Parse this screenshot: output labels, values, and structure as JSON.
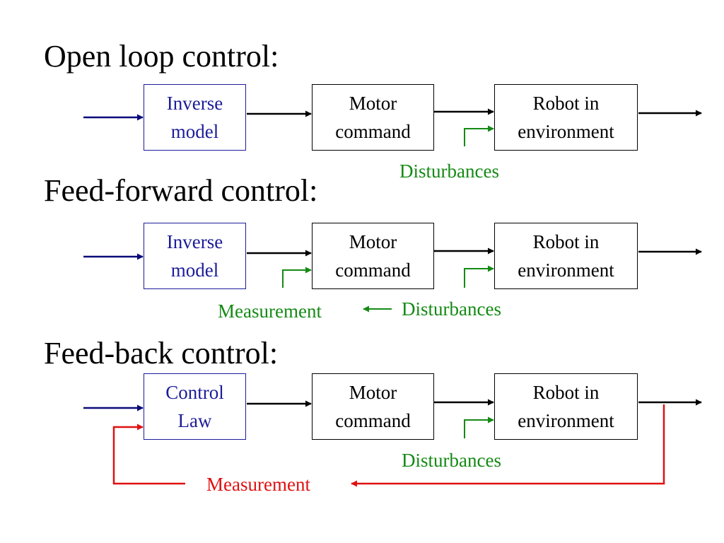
{
  "colors": {
    "navy": "#0a0a7a",
    "box_blue": "#1c1c9a",
    "black": "#000000",
    "green": "#158a15",
    "red": "#e01010"
  },
  "sections": [
    {
      "heading": "Open loop control:",
      "boxes": [
        {
          "lines": [
            "Inverse",
            "model"
          ]
        },
        {
          "lines": [
            "Motor",
            "command"
          ]
        },
        {
          "lines": [
            "Robot in",
            "environment"
          ]
        }
      ],
      "labels": [
        "Disturbances"
      ]
    },
    {
      "heading": "Feed-forward control:",
      "boxes": [
        {
          "lines": [
            "Inverse",
            "model"
          ]
        },
        {
          "lines": [
            "Motor",
            "command"
          ]
        },
        {
          "lines": [
            "Robot in",
            "environment"
          ]
        }
      ],
      "labels": [
        "Measurement",
        "Disturbances"
      ]
    },
    {
      "heading": "Feed-back control:",
      "boxes": [
        {
          "lines": [
            "Control",
            "Law"
          ]
        },
        {
          "lines": [
            "Motor",
            "command"
          ]
        },
        {
          "lines": [
            "Robot in",
            "environment"
          ]
        }
      ],
      "labels": [
        "Disturbances",
        "Measurement"
      ]
    }
  ]
}
